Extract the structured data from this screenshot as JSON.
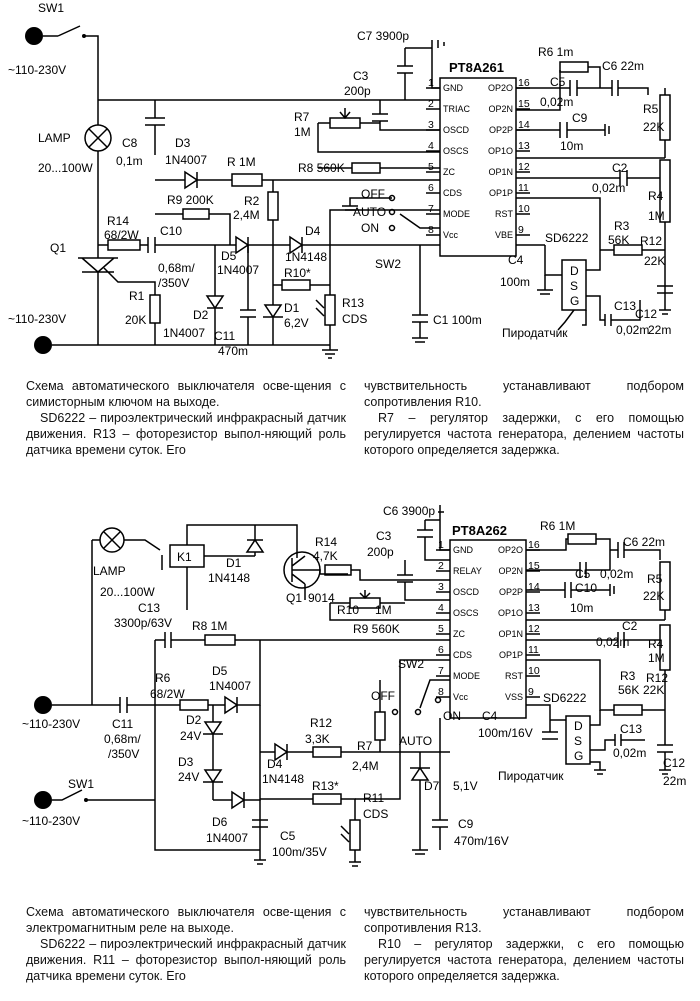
{
  "circuit1": {
    "labels": {
      "sw1": "SW1",
      "mains_top": "~110-230V",
      "mains_bottom": "~110-230V",
      "lamp": "LAMP",
      "lamp_power": "20...100W",
      "c8": "C8",
      "c8_val": "0,1m",
      "d3": "D3",
      "d3_val": "1N4007",
      "r1m": "R 1M",
      "r9": "R9 200K",
      "r14": "R14",
      "r14_val": "68/2W",
      "c10": "C10",
      "c10_val1": "0,68m/",
      "c10_val2": "/350V",
      "r2": "R2",
      "r2_val": "2,4M",
      "d5": "D5",
      "d5_val": "1N4007",
      "d4": "D4",
      "d4_val": "1N4148",
      "q1": "Q1",
      "r1": "R1",
      "r1_val": "20K",
      "d2": "D2",
      "d2_val": "1N4007",
      "c11": "C11",
      "c11_val": "470m",
      "r10": "R10*",
      "d1": "D1",
      "d1_val": "6,2V",
      "r13": "R13",
      "r13_val": "CDS",
      "c1": "C1 100m",
      "c7": "C7 3900p",
      "c3": "C3",
      "c3_val": "200p",
      "r7": "R7",
      "r7_val": "1M",
      "r8": "R8 560K",
      "sw2": "SW2",
      "off": "OFF",
      "auto": "AUTO",
      "on": "ON",
      "ic": "PT8A261",
      "r6": "R6 1m",
      "c5": "C5",
      "c5_val": "0,02m",
      "c6": "C6 22m",
      "r5": "R5",
      "r5_val": "22K",
      "c9": "C9",
      "c9_val": "10m",
      "c2": "C2",
      "c2_val": "0,02m",
      "r4": "R4",
      "r4_val": "1M",
      "r3": "R3",
      "r3_val": "56K",
      "r12": "R12",
      "r12_val": "22K",
      "sd": "SD6222",
      "c4": "C4",
      "c4_val": "100m",
      "c13": "C13",
      "c13_val": "0,02m",
      "c12": "C12",
      "c12_val": "22m",
      "sensor": "Пиродатчик"
    },
    "pins_left": [
      {
        "num": "1",
        "name": "GND"
      },
      {
        "num": "2",
        "name": "TRIAC"
      },
      {
        "num": "3",
        "name": "OSCD"
      },
      {
        "num": "4",
        "name": "OSCS"
      },
      {
        "num": "5",
        "name": "ZC"
      },
      {
        "num": "6",
        "name": "CDS"
      },
      {
        "num": "7",
        "name": "MODE"
      },
      {
        "num": "8",
        "name": "Vcc"
      }
    ],
    "pins_right": [
      {
        "num": "16",
        "name": "OP2O"
      },
      {
        "num": "15",
        "name": "OP2N"
      },
      {
        "num": "14",
        "name": "OP2P"
      },
      {
        "num": "13",
        "name": "OP1O"
      },
      {
        "num": "12",
        "name": "OP1N"
      },
      {
        "num": "11",
        "name": "OP1P"
      },
      {
        "num": "10",
        "name": "RST"
      },
      {
        "num": "9",
        "name": "VBE"
      }
    ],
    "dsg": [
      "D",
      "S",
      "G"
    ]
  },
  "caption1": {
    "left": [
      "Схема автоматического выключателя осве-щения с симисторным ключом на выходе.",
      "SD6222 – пироэлектрический инфракрасный датчик движения. R13 – фоторезистор выпол-няющий роль датчика времени суток. Его"
    ],
    "right": [
      "чувствительность устанавливают подбором сопротивления R10.",
      "R7 – регулятор задержки, с его помощью регулируется частота генератора, делением частоты которого определяется задержка."
    ]
  },
  "circuit2": {
    "labels": {
      "lamp": "LAMP",
      "lamp_power": "20...100W",
      "k1": "K1",
      "d1": "D1",
      "d1_val": "1N4148",
      "r14": "R14",
      "r14_val": "4,7K",
      "q1": "Q1",
      "q1_val": "9014",
      "c13": "C13",
      "c13_val": "3300p/63V",
      "r8": "R8 1M",
      "r6": "R6",
      "r6_val": "68/2W",
      "d5": "D5",
      "d5_val": "1N4007",
      "c11": "C11",
      "c11_val1": "0,68m/",
      "c11_val2": "/350V",
      "mains_top": "~110-230V",
      "mains_bottom": "~110-230V",
      "sw1": "SW1",
      "d2": "D2",
      "d2_val": "24V",
      "d3": "D3",
      "d3_val": "24V",
      "d6": "D6",
      "d6_val": "1N4007",
      "d4": "D4",
      "d4_val": "1N4148",
      "r12": "R12",
      "r12_val": "3,3K",
      "r7": "R7",
      "r7_val": "2,4M",
      "r13": "R13*",
      "r11": "R11",
      "r11_val": "CDS",
      "c5": "C5",
      "c5_val": "100m/35V",
      "c6": "C6 3900p",
      "c3": "C3",
      "c3_val": "200p",
      "r10": "R10",
      "r10_val": "1M",
      "r9": "R9 560K",
      "sw2": "SW2",
      "off": "OFF",
      "auto": "AUTO",
      "on": "ON",
      "d7": "D7",
      "d7_val": "5,1V",
      "c9": "C9",
      "c9_val": "470m/16V",
      "ic": "PT8A262",
      "r6b": "R6 1M",
      "c5b": "C5",
      "c5b_val": "0,02m",
      "c6b": "C6 22m",
      "c10": "C10",
      "c10_val": "10m",
      "r5": "R5",
      "r5_val": "22K",
      "c2": "C2",
      "c2_val": "0,02m",
      "r4": "R4",
      "r4_val": "1M",
      "r3": "R3",
      "r3_val": "56K",
      "r12b": "R12",
      "r12b_val": "22K",
      "sd": "SD6222",
      "c4": "C4",
      "c4_val": "100m/16V",
      "c13b": "C13",
      "c13b_val": "0,02m",
      "c12": "C12",
      "c12_val": "22m",
      "sensor": "Пиродатчик"
    },
    "pins_left": [
      {
        "num": "1",
        "name": "GND"
      },
      {
        "num": "2",
        "name": "RELAY"
      },
      {
        "num": "3",
        "name": "OSCD"
      },
      {
        "num": "4",
        "name": "OSCS"
      },
      {
        "num": "5",
        "name": "ZC"
      },
      {
        "num": "6",
        "name": "CDS"
      },
      {
        "num": "7",
        "name": "MODE"
      },
      {
        "num": "8",
        "name": "Vcc"
      }
    ],
    "pins_right": [
      {
        "num": "16",
        "name": "OP2O"
      },
      {
        "num": "15",
        "name": "OP2N"
      },
      {
        "num": "14",
        "name": "OP2P"
      },
      {
        "num": "13",
        "name": "OP1O"
      },
      {
        "num": "12",
        "name": "OP1N"
      },
      {
        "num": "11",
        "name": "OP1P"
      },
      {
        "num": "10",
        "name": "RST"
      },
      {
        "num": "9",
        "name": "VSS"
      }
    ],
    "dsg": [
      "D",
      "S",
      "G"
    ]
  },
  "caption2": {
    "left": [
      "Схема автоматического выключателя осве-щения с электромагнитным реле на выходе.",
      "SD6222 – пироэлектрический инфракрасный датчик движения. R11 – фоторезистор выпол-няющий роль датчика времени суток. Его"
    ],
    "right": [
      "чувствительность устанавливают подбором сопротивления R13.",
      "R10 – регулятор задержки, с его помощью регулируется частота генератора, делением частоты которого определяется задержка."
    ]
  }
}
